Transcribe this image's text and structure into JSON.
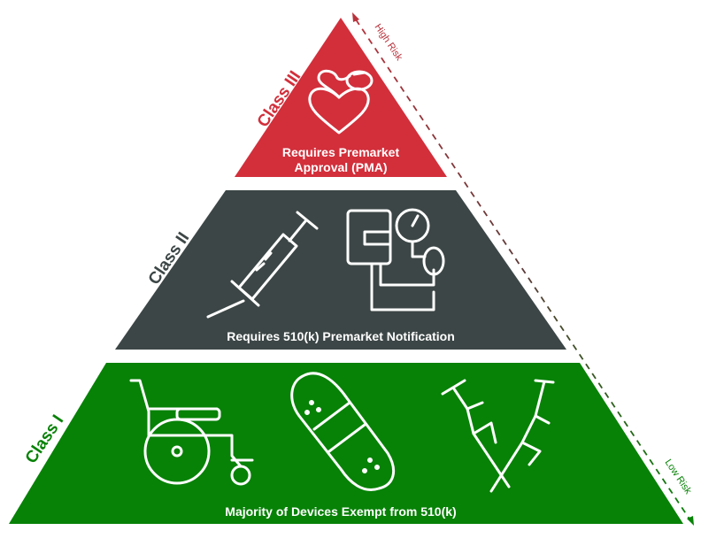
{
  "tiers": [
    {
      "class_label": "Class III",
      "description_line1": "Requires Premarket",
      "description_line2": "Approval (PMA)",
      "color": "#d22f3b",
      "icons": [
        "pacemaker-heart-icon"
      ]
    },
    {
      "class_label": "Class II",
      "description_line1": "Requires 510(k) Premarket Notification",
      "color": "#3d4646",
      "icons": [
        "syringe-icon",
        "blood-pressure-monitor-icon"
      ]
    },
    {
      "class_label": "Class I",
      "description_line1": "Majority of Devices Exempt from 510(k)",
      "color": "#078207",
      "icons": [
        "wheelchair-icon",
        "bandage-icon",
        "crutches-icon"
      ]
    }
  ],
  "risk_axis": {
    "high_label": "High Risk",
    "low_label": "Low Risk",
    "high_color": "#b8323c",
    "low_color": "#078207"
  }
}
